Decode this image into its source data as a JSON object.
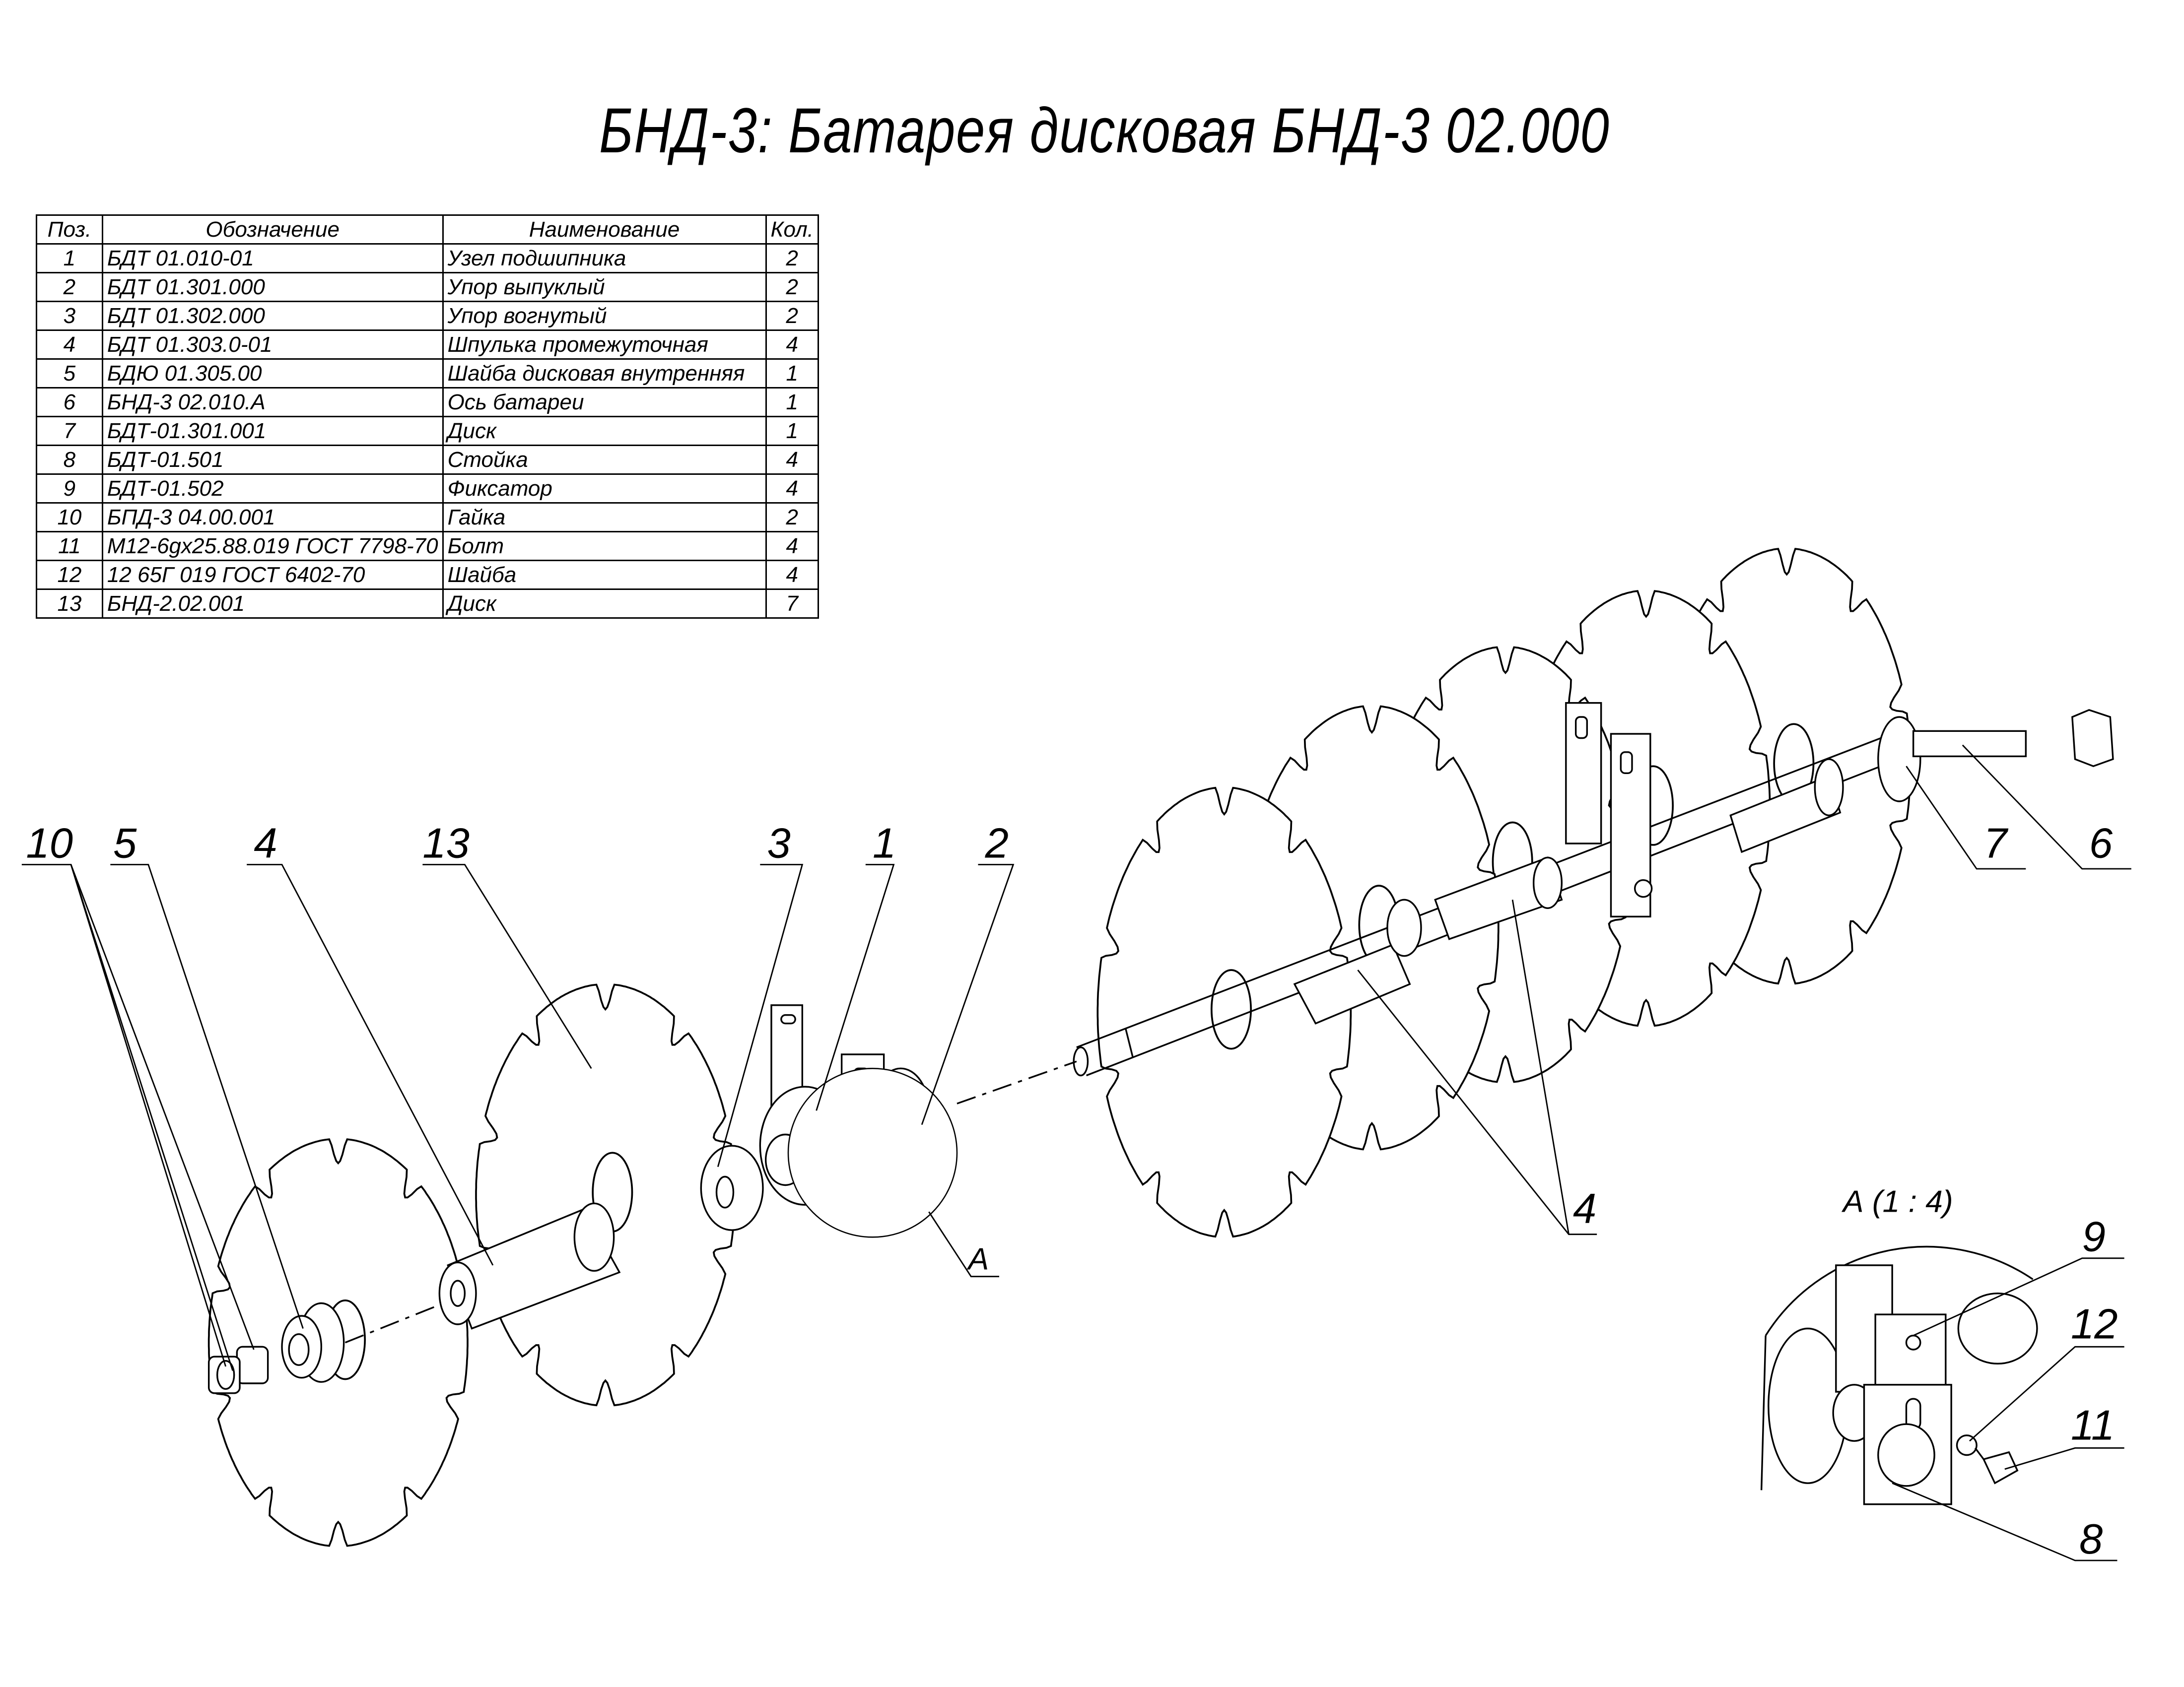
{
  "title": "БНД-3: Батарея дисковая БНД-3 02.000",
  "table": {
    "headers": [
      "Поз.",
      "Обозначение",
      "Наименование",
      "Кол."
    ],
    "rows": [
      [
        "1",
        "БДТ 01.010-01",
        "Узел подшипника",
        "2"
      ],
      [
        "2",
        "БДТ 01.301.000",
        "Упор выпуклый",
        "2"
      ],
      [
        "3",
        "БДТ 01.302.000",
        "Упор вогнутый",
        "2"
      ],
      [
        "4",
        "БДТ 01.303.0-01",
        "Шпулька промежуточная",
        "4"
      ],
      [
        "5",
        "БДЮ 01.305.00",
        "Шайба дисковая внутренняя",
        "1"
      ],
      [
        "6",
        "БНД-3 02.010.А",
        "Ось батареи",
        "1"
      ],
      [
        "7",
        "БДТ-01.301.001",
        "Диск",
        "1"
      ],
      [
        "8",
        "БДТ-01.501",
        "Стойка",
        "4"
      ],
      [
        "9",
        "БДТ-01.502",
        "Фиксатор",
        "4"
      ],
      [
        "10",
        "БПД-3 04.00.001",
        "Гайка",
        "2"
      ],
      [
        "11",
        "М12-6gх25.88.019 ГОСТ 7798-70",
        "Болт",
        "4"
      ],
      [
        "12",
        "12 65Г 019 ГОСТ 6402-70",
        "Шайба",
        "4"
      ],
      [
        "13",
        "БНД-2.02.001",
        "Диск",
        "7"
      ]
    ]
  },
  "callouts": {
    "p10": "10",
    "p5": "5",
    "p4a": "4",
    "p13": "13",
    "p3": "3",
    "p1": "1",
    "p2": "2",
    "p7": "7",
    "p6": "6",
    "p4b": "4",
    "pA": "А",
    "detail_title": "А (1 : 4)",
    "d9": "9",
    "d12": "12",
    "d11": "11",
    "d8": "8"
  }
}
